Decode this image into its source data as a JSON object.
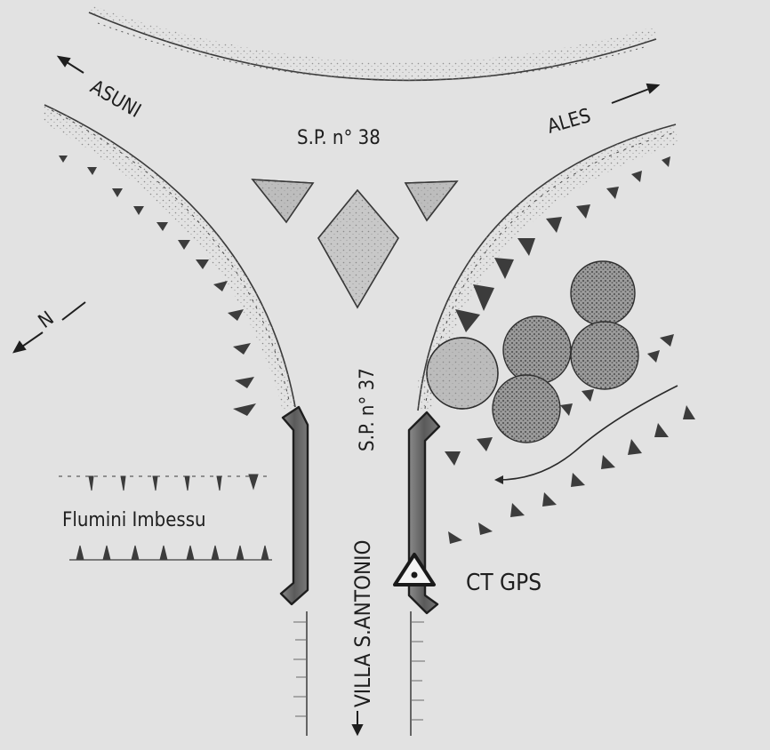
{
  "map": {
    "roads": {
      "main": "S.P. n° 38",
      "branch": "S.P. n° 37"
    },
    "directions": {
      "asuni": "ASUNI",
      "ales": "ALES",
      "villa": "VILLA S.ANTONIO",
      "north": "N"
    },
    "river": "Flumini Imbessu",
    "station": "CT GPS",
    "colors": {
      "background": "#e2e2e2",
      "ink": "#1e1e1e",
      "bridge": "#6b6b6b",
      "stipple": "#9a9a9a"
    },
    "icons": {
      "station": "triangle-dot-icon",
      "trees": "tree-canopy-icon",
      "north": "north-arrow-icon"
    }
  }
}
